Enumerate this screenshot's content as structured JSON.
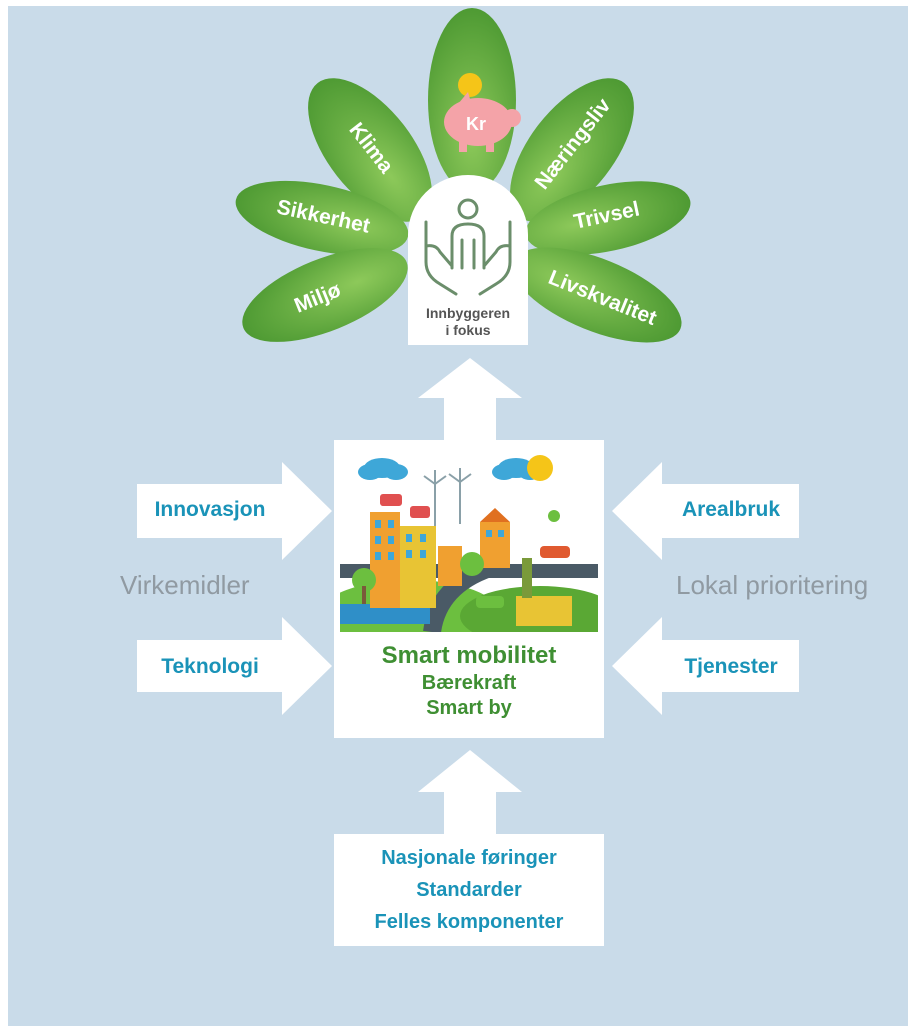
{
  "petals": {
    "klima": "Klima",
    "naeringsliv": "Næringsliv",
    "sikkerhet": "Sikkerhet",
    "trivsel": "Trivsel",
    "miljo": "Miljø",
    "livskvalitet": "Livskvalitet",
    "piggy_currency": "Kr"
  },
  "citizen": {
    "line1": "Innbyggeren",
    "line2": "i fokus"
  },
  "left": {
    "top": "Innovasjon",
    "bottom": "Teknologi",
    "group": "Virkemidler"
  },
  "right": {
    "top": "Arealbruk",
    "bottom": "Tjenester",
    "group": "Lokal prioritering"
  },
  "center": {
    "title": "Smart mobilitet",
    "line2": "Bærekraft",
    "line3": "Smart by"
  },
  "bottom": {
    "line1": "Nasjonale føringer",
    "line2": "Standarder",
    "line3": "Felles komponenter"
  },
  "colors": {
    "background": "#c9dbe9",
    "petal_green": "#5ea83a",
    "text_blue": "#1a93b8",
    "text_green": "#3f8f33"
  }
}
